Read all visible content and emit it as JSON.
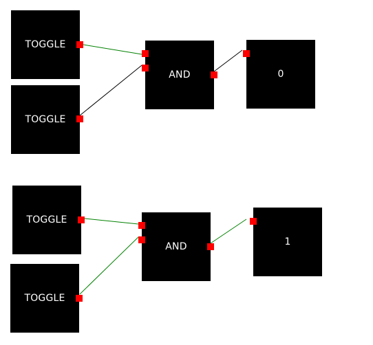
{
  "colors": {
    "node_bg": "#000000",
    "node_text": "#ffffff",
    "port": "#ff0000",
    "wire_high": "#008000",
    "wire_low": "#000000"
  },
  "circuits": [
    {
      "toggles": [
        {
          "label": "TOGGLE",
          "state": 1
        },
        {
          "label": "TOGGLE",
          "state": 0
        }
      ],
      "gate": {
        "label": "AND"
      },
      "output": {
        "label": "0"
      },
      "wires": [
        "high",
        "low",
        "low"
      ]
    },
    {
      "toggles": [
        {
          "label": "TOGGLE",
          "state": 1
        },
        {
          "label": "TOGGLE",
          "state": 1
        }
      ],
      "gate": {
        "label": "AND"
      },
      "output": {
        "label": "1"
      },
      "wires": [
        "high",
        "high",
        "high"
      ]
    }
  ]
}
